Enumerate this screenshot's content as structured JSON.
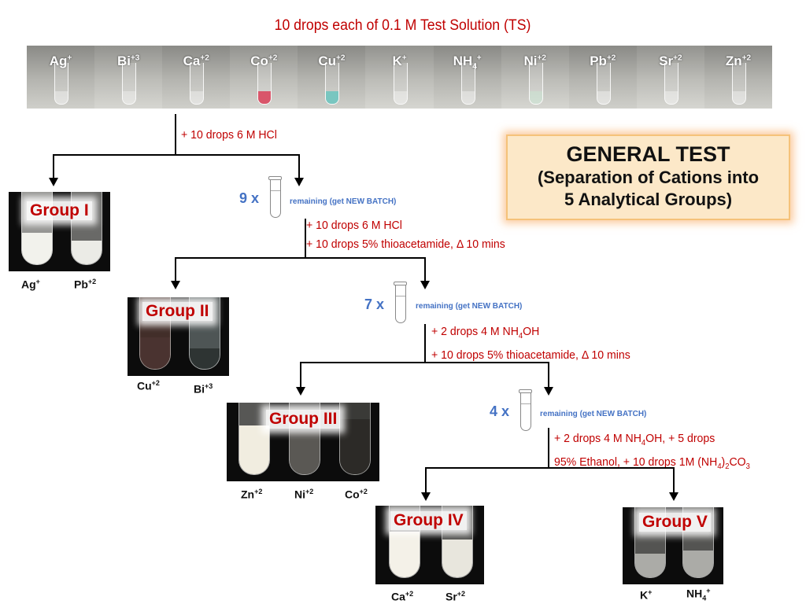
{
  "title": "10 drops each of 0.1 M Test Solution (TS)",
  "test_solutions": [
    {
      "ion": "Ag",
      "charge": "+"
    },
    {
      "ion": "Bi",
      "charge": "+3"
    },
    {
      "ion": "Ca",
      "charge": "+2"
    },
    {
      "ion": "Co",
      "charge": "+2"
    },
    {
      "ion": "Cu",
      "charge": "+2"
    },
    {
      "ion": "K",
      "charge": "+"
    },
    {
      "ion": "NH",
      "sub": "4",
      "charge": "+"
    },
    {
      "ion": "Ni",
      "charge": "+2"
    },
    {
      "ion": "Pb",
      "charge": "+2"
    },
    {
      "ion": "Sr",
      "charge": "+2"
    },
    {
      "ion": "Zn",
      "charge": "+2"
    }
  ],
  "general_test": {
    "title": "GENERAL TEST",
    "subtitle_line1": "(Separation of Cations into",
    "subtitle_line2": "5 Analytical Groups)"
  },
  "steps": {
    "step1": "+ 10 drops 6 M HCl",
    "step2_line1": "+ 10 drops 6 M HCl",
    "step2_line2": "+ 10 drops 5% thioacetamide, Δ 10 mins",
    "step3_line1_pre": "+   2 drops 4 M NH",
    "step3_line1_sub": "4",
    "step3_line1_post": "OH",
    "step3_line2": "+ 10 drops 5% thioacetamide, Δ 10 mins",
    "step4_line1_pre": "+   2 drops 4 M NH",
    "step4_line1_sub": "4",
    "step4_line1_post": "OH, + 5 drops",
    "step4_line2_pre": "95% Ethanol, + 10 drops 1M (NH",
    "step4_line2_sub1": "4",
    "step4_line2_mid": ")",
    "step4_line2_sub2": "2",
    "step4_line2_post": "CO",
    "step4_line2_sub3": "3"
  },
  "remaining": [
    {
      "count": "9 x",
      "text": "remaining (get NEW BATCH)"
    },
    {
      "count": "7 x",
      "text": "remaining (get NEW BATCH)"
    },
    {
      "count": "4 x",
      "text": "remaining (get NEW BATCH)"
    }
  ],
  "groups": [
    {
      "label": "Group I",
      "ions": [
        {
          "ion": "Ag",
          "charge": "+"
        },
        {
          "ion": "Pb",
          "charge": "+2"
        }
      ]
    },
    {
      "label": "Group II",
      "ions": [
        {
          "ion": "Cu",
          "charge": "+2"
        },
        {
          "ion": "Bi",
          "charge": "+3"
        }
      ]
    },
    {
      "label": "Group III",
      "ions": [
        {
          "ion": "Zn",
          "charge": "+2"
        },
        {
          "ion": "Ni",
          "charge": "+2"
        },
        {
          "ion": "Co",
          "charge": "+2"
        }
      ]
    },
    {
      "label": "Group IV",
      "ions": [
        {
          "ion": "Ca",
          "charge": "+2"
        },
        {
          "ion": "Sr",
          "charge": "+2"
        }
      ]
    },
    {
      "label": "Group V",
      "ions": [
        {
          "ion": "K",
          "charge": "+"
        },
        {
          "ion": "NH",
          "sub": "4",
          "charge": "+"
        }
      ]
    }
  ],
  "colors": {
    "accent_red": "#c00000",
    "accent_blue": "#4472c4",
    "box_fill": "#fce8c8",
    "box_glow": "#f8a050"
  }
}
